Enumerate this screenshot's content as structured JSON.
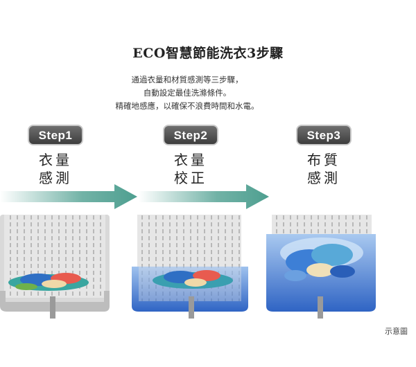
{
  "title": "ECO智慧節能洗衣3步驟",
  "intro": [
    "通過衣量和材質感測等三步驟，",
    "自動設定最佳洗滌條件。",
    "精確地感應，以確保不浪費時間和水電。"
  ],
  "steps": [
    {
      "badge": "Step1",
      "line1": "衣量",
      "line2": "感測"
    },
    {
      "badge": "Step2",
      "line1": "衣量",
      "line2": "校正"
    },
    {
      "badge": "Step3",
      "line1": "布質",
      "line2": "感測"
    }
  ],
  "caption": "示意圖",
  "colors": {
    "arrow": "#4e9f90",
    "water": "#2f64c4",
    "badge": "#4a4a4a"
  }
}
